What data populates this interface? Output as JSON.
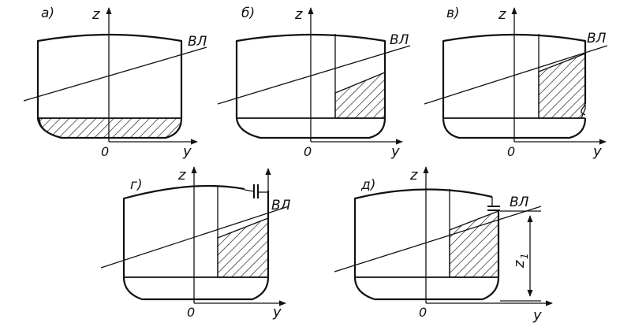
{
  "panels": [
    {
      "id": "a",
      "label": "а)",
      "axis_z": "z",
      "axis_y": "y",
      "origin": "0",
      "waterline": "ВЛ"
    },
    {
      "id": "b",
      "label": "б)",
      "axis_z": "z",
      "axis_y": "y",
      "origin": "0",
      "waterline": "ВЛ"
    },
    {
      "id": "v",
      "label": "в)",
      "axis_z": "z",
      "axis_y": "y",
      "origin": "0",
      "waterline": "ВЛ"
    },
    {
      "id": "g",
      "label": "г)",
      "axis_z": "z",
      "axis_y": "y",
      "origin": "0",
      "waterline": "ВЛ"
    },
    {
      "id": "d",
      "label": "д)",
      "axis_z": "z",
      "axis_y": "y",
      "origin": "0",
      "waterline": "ВЛ",
      "dimension": "z",
      "dimension_sub": "1"
    }
  ]
}
